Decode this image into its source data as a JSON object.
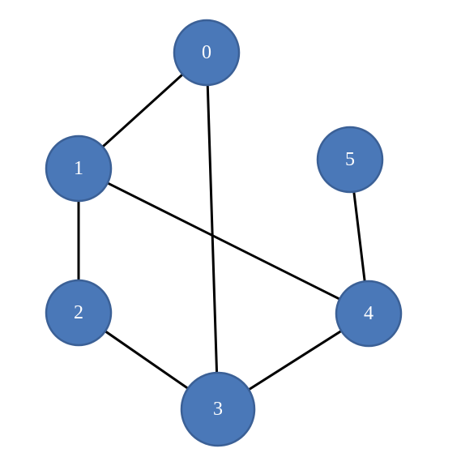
{
  "graph": {
    "nodes": [
      {
        "id": "0",
        "label": "0"
      },
      {
        "id": "1",
        "label": "1"
      },
      {
        "id": "2",
        "label": "2"
      },
      {
        "id": "3",
        "label": "3"
      },
      {
        "id": "4",
        "label": "4"
      },
      {
        "id": "5",
        "label": "5"
      }
    ],
    "edges": [
      [
        "0",
        "1"
      ],
      [
        "0",
        "3"
      ],
      [
        "1",
        "2"
      ],
      [
        "1",
        "4"
      ],
      [
        "2",
        "3"
      ],
      [
        "3",
        "4"
      ],
      [
        "4",
        "5"
      ]
    ]
  },
  "colors": {
    "node_fill": "#4a78b8",
    "node_stroke": "#3b6096",
    "edge": "#000000",
    "label": "#ffffff"
  }
}
